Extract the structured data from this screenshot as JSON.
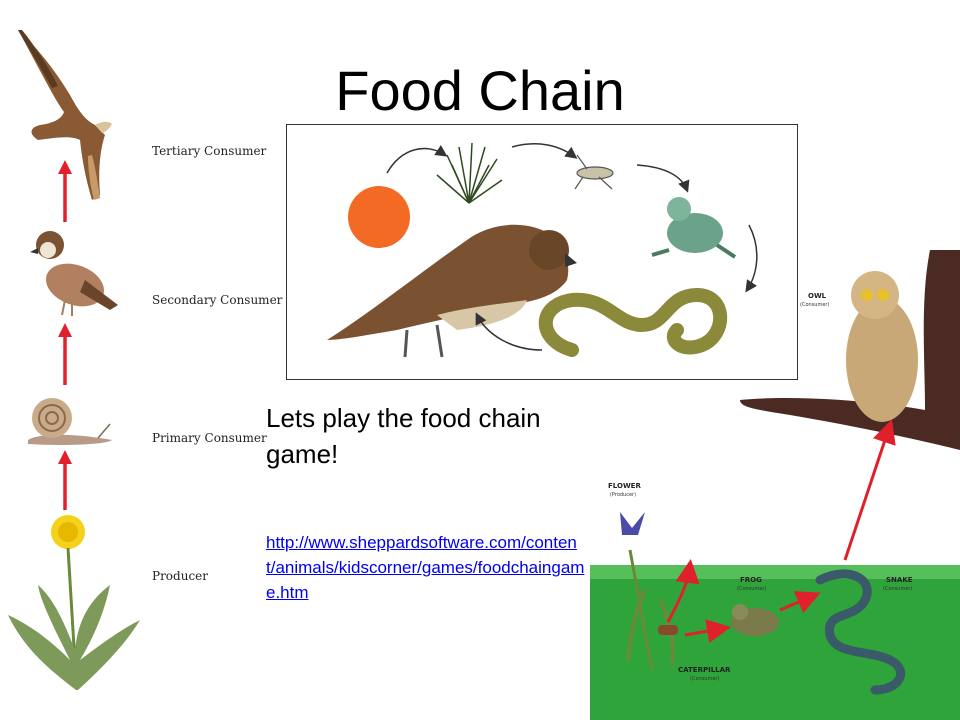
{
  "title": "Food Chain",
  "levels": [
    {
      "label": "Tertiary Consumer",
      "icon": "hawk-icon"
    },
    {
      "label": "Secondary Consumer",
      "icon": "sparrow-icon"
    },
    {
      "label": "Primary Consumer",
      "icon": "snail-icon"
    },
    {
      "label": "Producer",
      "icon": "dandelion-icon"
    }
  ],
  "prompt": "Lets play the food chain game!",
  "link": "http://www.sheppardsoftware.com/content/animals/kidscorner/games/foodchaingame.htm",
  "scene": {
    "owl": {
      "name": "OWL",
      "role": "(Consumer)"
    },
    "flower": {
      "name": "FLOWER",
      "role": "(Producer)"
    },
    "frog": {
      "name": "FROG",
      "role": "(Consumer)"
    },
    "snake": {
      "name": "SNAKE",
      "role": "(Consumer)"
    },
    "caterpillar": {
      "name": "CATERPILLAR",
      "role": "(Consumer)"
    }
  },
  "colors": {
    "arrow": "#e0202a",
    "grass": "#2ea43a",
    "sun": "#f26a24",
    "link": "#0000ee"
  }
}
